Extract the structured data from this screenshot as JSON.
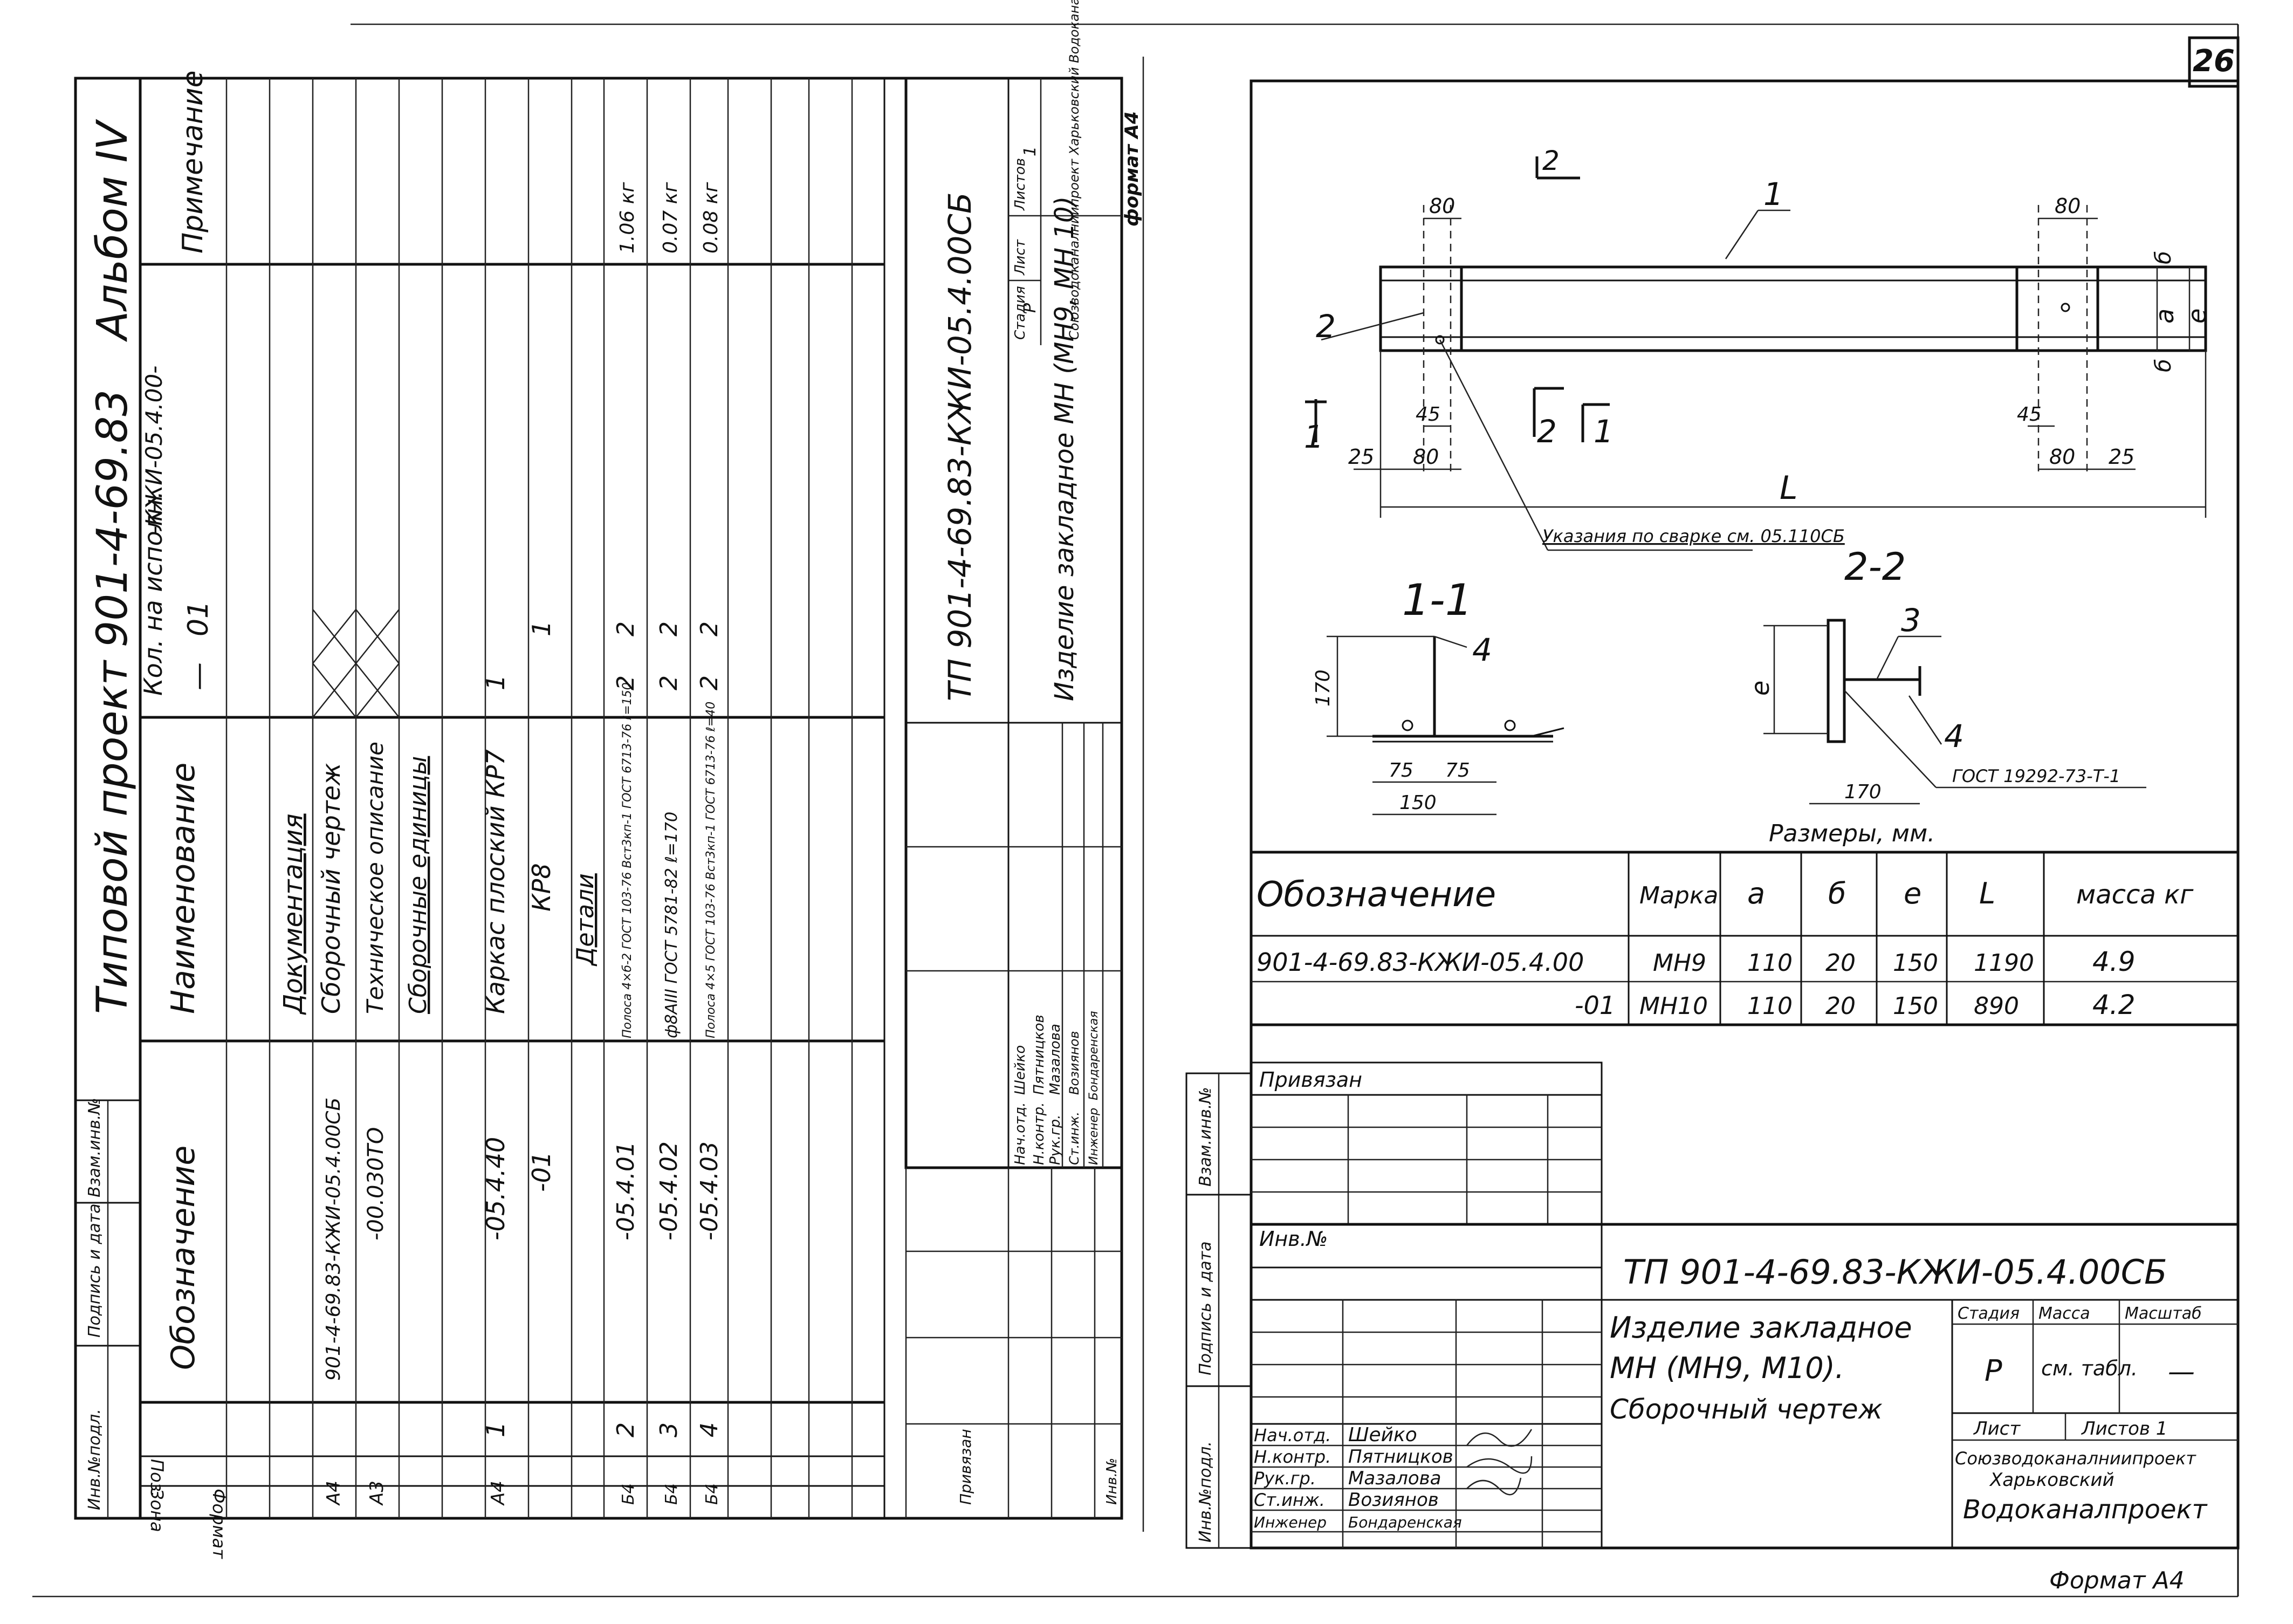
{
  "page_number": "26",
  "footer_format": "Формат А4",
  "left_sheet": {
    "vertical_title": "Типовой проект 901-4-69.83",
    "album": "Альбом IV",
    "stamp_format": "формат А4",
    "spec_headers": {
      "format": "Формат",
      "zone": "Зона",
      "pos": "Поз.",
      "designation": "Обозначение",
      "name": "Наименование",
      "qty": "Кол. на исполн.",
      "qty_main": "—",
      "qty_01": "01",
      "code": "-КЖИ-05.4.00-",
      "note": "Примечание"
    },
    "spec_rows": [
      {
        "format": "",
        "pos": "",
        "designation": "",
        "name": "Документация",
        "qty_main": "",
        "qty_01": "",
        "note": ""
      },
      {
        "format": "А4",
        "pos": "",
        "designation": "901-4-69.83-КЖИ-05.4.00СБ",
        "name": "Сборочный чертеж",
        "qty_main": "",
        "qty_01": "",
        "note": ""
      },
      {
        "format": "А3",
        "pos": "",
        "designation": "-00.030ТО",
        "name": "Техническое описание",
        "qty_main": "",
        "qty_01": "",
        "note": ""
      },
      {
        "format": "",
        "pos": "",
        "designation": "",
        "name": "Сборочные единицы",
        "qty_main": "",
        "qty_01": "",
        "note": ""
      },
      {
        "format": "А4",
        "pos": "1",
        "designation": "-05.4.40",
        "name": "Каркас плоский КР7",
        "qty_main": "1",
        "qty_01": "",
        "note": ""
      },
      {
        "format": "",
        "pos": "",
        "designation": "-01",
        "name": "КР8",
        "qty_main": "",
        "qty_01": "1",
        "note": ""
      },
      {
        "format": "",
        "pos": "",
        "designation": "",
        "name": "Детали",
        "qty_main": "",
        "qty_01": "",
        "note": ""
      },
      {
        "format": "Б4",
        "pos": "2",
        "designation": "-05.4.01",
        "name": "Полоса 4×б-2 ГОСТ 103-76 Вст3кп-1 ГОСТ 6713-76 ℓ=150",
        "qty_main": "2",
        "qty_01": "2",
        "note": "1.06 кг"
      },
      {
        "format": "Б4",
        "pos": "3",
        "designation": "-05.4.02",
        "name": "ф8АIII ГОСТ 5781-82 ℓ=170",
        "qty_main": "2",
        "qty_01": "2",
        "note": "0.07 кг"
      },
      {
        "format": "Б4",
        "pos": "4",
        "designation": "-05.4.03",
        "name": "Полоса 4×5 ГОСТ 103-76 Вст3кп-1 ГОСТ 6713-76 ℓ=40",
        "qty_main": "2",
        "qty_01": "2",
        "note": "0.08 кг"
      }
    ],
    "side_labels": {
      "inv_podl": "Инв.№подл.",
      "podpis": "Подпись и дата",
      "vzam": "Взам.инв.№"
    },
    "title_block": {
      "doc_code": "ТП 901-4-69.83-КЖИ-05.4.00СБ",
      "title": "Изделие закладное МН (МН9, МН 10)",
      "stage_label": "Стадия",
      "sheet_label": "Лист",
      "sheets_label": "Листов",
      "stage": "Р",
      "sheets": "1",
      "org": "Союзводоканалниипроект Харьковский Водоканалпроект",
      "signers": [
        {
          "role": "Нач.отд.",
          "name": "Шейко"
        },
        {
          "role": "Н.контр.",
          "name": "Пятницков"
        },
        {
          "role": "Рук.гр.",
          "name": "Мазалова"
        },
        {
          "role": "Ст.инж.",
          "name": "Возиянов"
        },
        {
          "role": "Инженер",
          "name": "Бондаренская"
        }
      ],
      "privyazan": "Привязан",
      "inv_n": "Инв.№"
    }
  },
  "right_sheet": {
    "callouts": [
      "1",
      "2",
      "3",
      "4",
      "4"
    ],
    "section_marks": {
      "s1": "1",
      "s2": "2"
    },
    "dims": {
      "d80a": "80",
      "d80b": "80",
      "d80c": "80",
      "d80d": "80",
      "d45a": "45",
      "d45b": "45",
      "d25a": "25",
      "d25b": "25",
      "L": "L",
      "a": "a",
      "b1": "б",
      "b2": "б",
      "e": "е",
      "d170a": "170",
      "d170b": "170",
      "d75a": "75",
      "d75b": "75",
      "d150": "150"
    },
    "section_labels": {
      "s11": "1-1",
      "s22": "2-2"
    },
    "weld_note": "Указания по сварке см. 05.110СБ",
    "gost_note": "ГОСТ 19292-73-Т-1",
    "sizes_note": "Размеры, мм.",
    "table": {
      "headers": [
        "Обозначение",
        "Марка",
        "a",
        "б",
        "е",
        "L",
        "масса кг"
      ],
      "rows": [
        [
          "901-4-69.83-КЖИ-05.4.00",
          "МН9",
          "110",
          "20",
          "150",
          "1190",
          "4.9"
        ],
        [
          "-01",
          "МН10",
          "110",
          "20",
          "150",
          "890",
          "4.2"
        ]
      ]
    },
    "privyazan": "Привязан",
    "inv_n": "Инв.№",
    "side_labels": {
      "vzam": "Взам.инв.№",
      "podpis": "Подпись и дата",
      "inv_podl": "Инв.№подл."
    },
    "title_block": {
      "doc_code": "ТП 901-4-69.83-КЖИ-05.4.00СБ",
      "title_l1": "Изделие закладное",
      "title_l2": "МН (МН9, М10).",
      "title_l3": "Сборочный чертеж",
      "stage_label": "Стадия",
      "mass_label": "Масса",
      "scale_label": "Масштаб",
      "stage": "Р",
      "mass": "см. табл.",
      "scale": "—",
      "sheet_label": "Лист",
      "sheets_label": "Листов 1",
      "org_l1": "Союзводоканалниипроект",
      "org_l2": "Харьковский",
      "org_l3": "Водоканалпроект",
      "signers": [
        {
          "role": "Нач.отд.",
          "name": "Шейко"
        },
        {
          "role": "Н.контр.",
          "name": "Пятницков"
        },
        {
          "role": "Рук.гр.",
          "name": "Мазалова"
        },
        {
          "role": "Ст.инж.",
          "name": "Возиянов"
        },
        {
          "role": "Инженер",
          "name": "Бондаренская"
        }
      ]
    }
  }
}
